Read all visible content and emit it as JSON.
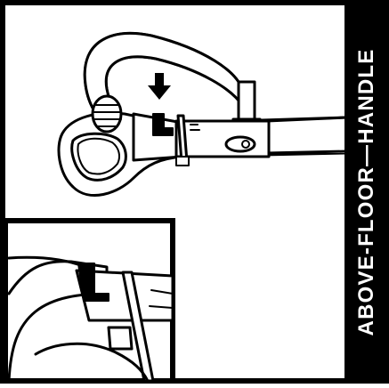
{
  "side_label": "ABOVE-FLOOR—HANDLE",
  "illustration": {
    "main": "vacuum-handle-release-diagram",
    "inset": "handle-latch-closeup",
    "arrow_icon": "down-arrow-icon"
  }
}
